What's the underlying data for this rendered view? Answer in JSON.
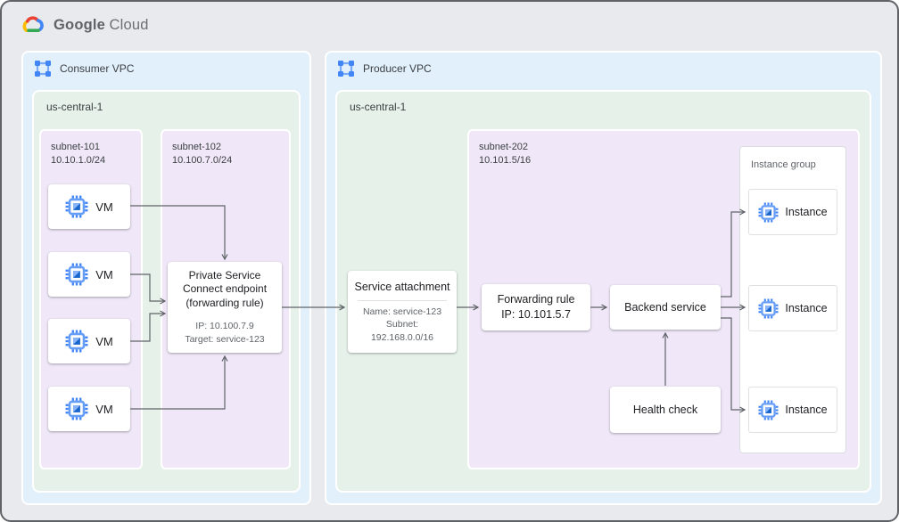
{
  "brand": {
    "google": "Google",
    "cloud": "Cloud"
  },
  "consumer_vpc": {
    "label": "Consumer VPC",
    "region_label": "us-central-1",
    "subnet_101": {
      "name": "subnet-101",
      "cidr": "10.10.1.0/24",
      "vms": [
        {
          "label": "VM"
        },
        {
          "label": "VM"
        },
        {
          "label": "VM"
        },
        {
          "label": "VM"
        }
      ]
    },
    "subnet_102": {
      "name": "subnet-102",
      "cidr": "10.100.7.0/24",
      "psc_endpoint": {
        "title": "Private Service Connect endpoint (forwarding rule)",
        "ip": "IP: 10.100.7.9",
        "target": "Target: service-123"
      }
    }
  },
  "producer_vpc": {
    "label": "Producer VPC",
    "region_label": "us-central-1",
    "service_attachment": {
      "title": "Service attachment",
      "name": "Name: service-123",
      "subnet_line1": "Subnet:",
      "subnet_line2": "192.168.0.0/16"
    },
    "subnet_202": {
      "name": "subnet-202",
      "cidr": "10.101.5/16",
      "forwarding_rule": {
        "title": "Forwarding rule",
        "ip": "IP: 10.101.5.7"
      },
      "backend_service_label": "Backend service",
      "health_check_label": "Health check",
      "instance_group": {
        "label": "Instance group",
        "instances": [
          {
            "label": "Instance"
          },
          {
            "label": "Instance"
          },
          {
            "label": "Instance"
          }
        ]
      }
    }
  },
  "colors": {
    "page_bg": "#E8EAED",
    "vpc_bg": "#E2F0FC",
    "region_bg": "#E6F2E9",
    "subnet_bg": "#F0E8F8",
    "arrow": "#5F6368",
    "google_blue": "#4285F4",
    "google_red": "#EA4335",
    "google_yellow": "#FBBC04",
    "google_green": "#34A853"
  }
}
